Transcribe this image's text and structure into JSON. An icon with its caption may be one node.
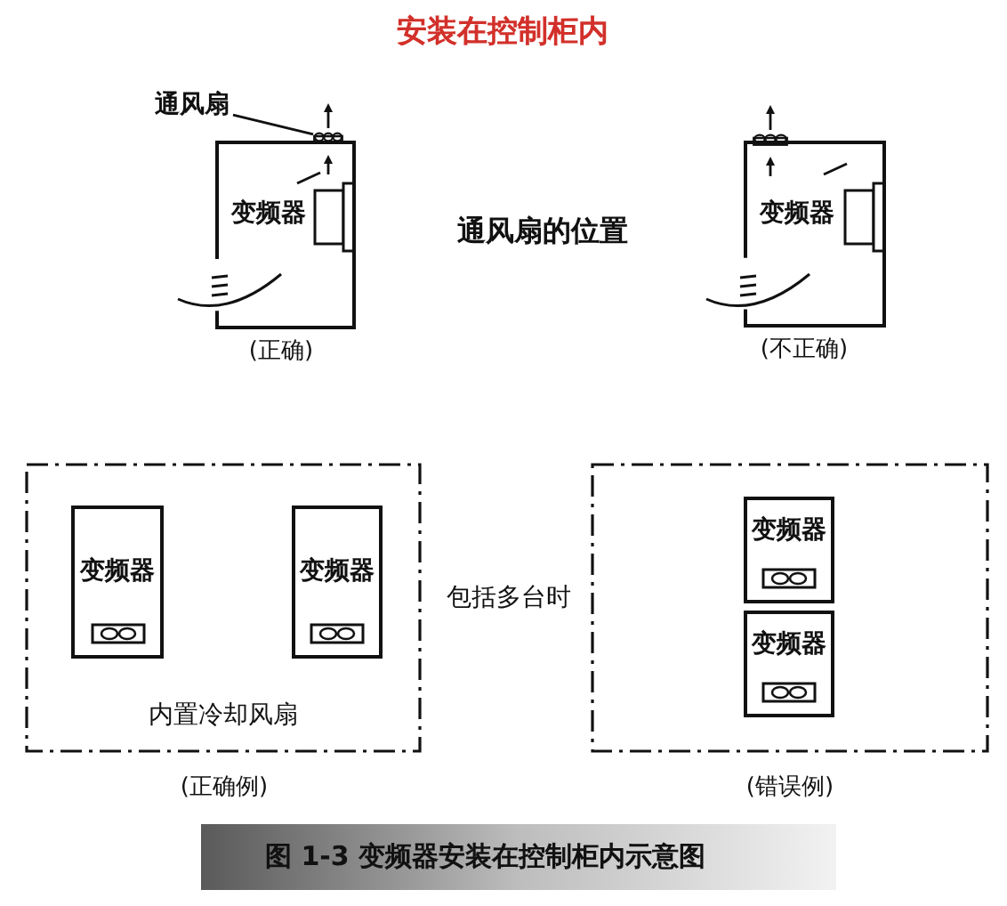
{
  "diagram": {
    "title": "安装在控制柜内",
    "caption": "图 1-3 变频器安装在控制柜内示意图",
    "nodes": [
      {
        "text": [],
        "shape": "box",
        "beside": [
          "(正确)"
        ]
      },
      {
        "text": [
          "变频器"
        ],
        "in": 0
      },
      {
        "text": [
          "通风扇"
        ]
      },
      {
        "text": [],
        "shape": "box"
      },
      {
        "text": [],
        "shape": "box",
        "beside": [
          "(不正确)"
        ]
      },
      {
        "text": [
          "变频器"
        ],
        "in": 4
      },
      {
        "text": [],
        "shape": "box"
      },
      {
        "text": [
          "内置冷却风扇"
        ],
        "beside": [
          "(正确例)"
        ]
      },
      {
        "text": [
          "变频器"
        ],
        "in": 7
      },
      {
        "text": [
          "变频器"
        ],
        "in": 7
      },
      {
        "text": [],
        "shape": "box",
        "beside": [
          "(错误例)"
        ]
      },
      {
        "text": [
          "变频器"
        ],
        "in": 10
      },
      {
        "text": [
          "变频器"
        ],
        "in": 10
      }
    ],
    "edges": [
      {
        "from": 2,
        "to": 3,
        "arrow": "none"
      }
    ],
    "labels": [
      "通风扇的位置",
      "包括多台时"
    ]
  }
}
